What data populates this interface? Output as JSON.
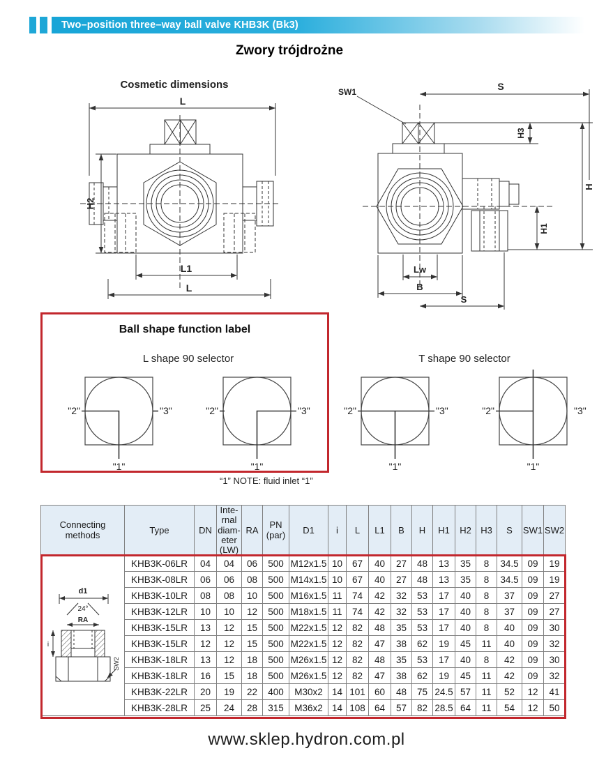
{
  "banner": {
    "title": "Two–position three–way ball valve KHB3K (Bk3)"
  },
  "page_title": "Zwory trójdrożne",
  "left_drawing": {
    "title": "Cosmetic dimensions",
    "dim_top": "L",
    "dim_left": "H2",
    "dim_bottom_inner": "L1",
    "dim_bottom_outer": "L"
  },
  "right_drawing": {
    "callout": "SW1",
    "dim_top": "S",
    "dim_h3": "H3",
    "dim_h": "H",
    "dim_h1": "H1",
    "dim_bottom_inner": "Lw",
    "dim_bottom_mid": "B",
    "dim_bottom_outer": "S"
  },
  "selector_box": {
    "title": "Ball shape function label",
    "l_title": "L shape 90 selector",
    "t_title": "T shape 90 selector",
    "port_left": "\"2\"",
    "port_right": "\"3\"",
    "port_bottom": "\"1\"",
    "note": "“1”  NOTE: fluid inlet “1”"
  },
  "table": {
    "headers": [
      "Connecting methods",
      "Type",
      "DN",
      "Inte-\nrnal\ndiam-\neter\n(LW)",
      "RA",
      "PN\n(par)",
      "D1",
      "i",
      "L",
      "L1",
      "B",
      "H",
      "H1",
      "H2",
      "H3",
      "S",
      "SW1",
      "SW2"
    ],
    "connecting_drawing": {
      "dim_d1": "d1",
      "dim_angle": "24°",
      "dim_ra": "RA",
      "dim_i": "i",
      "dim_sw2": "SW2"
    },
    "rows": [
      [
        "KHB3K-06LR",
        "04",
        "04",
        "06",
        "500",
        "M12x1.5",
        "10",
        "67",
        "40",
        "27",
        "48",
        "13",
        "35",
        "8",
        "34.5",
        "09",
        "19"
      ],
      [
        "KHB3K-08LR",
        "06",
        "06",
        "08",
        "500",
        "M14x1.5",
        "10",
        "67",
        "40",
        "27",
        "48",
        "13",
        "35",
        "8",
        "34.5",
        "09",
        "19"
      ],
      [
        "KHB3K-10LR",
        "08",
        "08",
        "10",
        "500",
        "M16x1.5",
        "11",
        "74",
        "42",
        "32",
        "53",
        "17",
        "40",
        "8",
        "37",
        "09",
        "27"
      ],
      [
        "KHB3K-12LR",
        "10",
        "10",
        "12",
        "500",
        "M18x1.5",
        "11",
        "74",
        "42",
        "32",
        "53",
        "17",
        "40",
        "8",
        "37",
        "09",
        "27"
      ],
      [
        "KHB3K-15LR",
        "13",
        "12",
        "15",
        "500",
        "M22x1.5",
        "12",
        "82",
        "48",
        "35",
        "53",
        "17",
        "40",
        "8",
        "40",
        "09",
        "30"
      ],
      [
        "KHB3K-15LR",
        "12",
        "12",
        "15",
        "500",
        "M22x1.5",
        "12",
        "82",
        "47",
        "38",
        "62",
        "19",
        "45",
        "11",
        "40",
        "09",
        "32"
      ],
      [
        "KHB3K-18LR",
        "13",
        "12",
        "18",
        "500",
        "M26x1.5",
        "12",
        "82",
        "48",
        "35",
        "53",
        "17",
        "40",
        "8",
        "42",
        "09",
        "30"
      ],
      [
        "KHB3K-18LR",
        "16",
        "15",
        "18",
        "500",
        "M26x1.5",
        "12",
        "82",
        "47",
        "38",
        "62",
        "19",
        "45",
        "11",
        "42",
        "09",
        "32"
      ],
      [
        "KHB3K-22LR",
        "20",
        "19",
        "22",
        "400",
        "M30x2",
        "14",
        "101",
        "60",
        "48",
        "75",
        "24.5",
        "57",
        "11",
        "52",
        "12",
        "41"
      ],
      [
        "KHB3K-28LR",
        "25",
        "24",
        "28",
        "315",
        "M36x2",
        "14",
        "108",
        "64",
        "57",
        "82",
        "28.5",
        "64",
        "11",
        "54",
        "12",
        "50"
      ]
    ]
  },
  "footer": {
    "url": "www.sklep.hydron.com.pl"
  },
  "colors": {
    "accent": "#1ea7d7",
    "red_border": "#c2272d",
    "header_bg": "#e3edf6"
  }
}
